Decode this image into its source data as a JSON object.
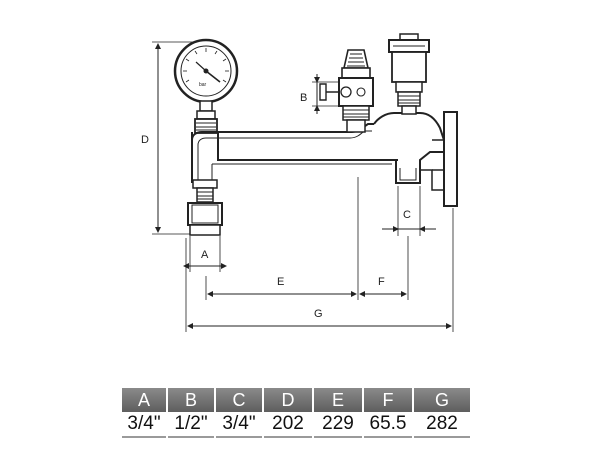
{
  "gauge": {
    "dial_text": "bar"
  },
  "dimensions": {
    "A": "A",
    "B": "B",
    "C": "C",
    "D": "D",
    "E": "E",
    "F": "F",
    "G": "G"
  },
  "spec_table": {
    "columns": [
      {
        "key": "A",
        "value": "3/4\""
      },
      {
        "key": "B",
        "value": "1/2\""
      },
      {
        "key": "C",
        "value": "3/4\""
      },
      {
        "key": "D",
        "value": "202"
      },
      {
        "key": "E",
        "value": "229"
      },
      {
        "key": "F",
        "value": "65.5"
      },
      {
        "key": "G",
        "value": "282"
      }
    ]
  },
  "colors": {
    "line": "#222222",
    "header_fill": "#6e6e6e",
    "underline": "#9a9a9a"
  }
}
